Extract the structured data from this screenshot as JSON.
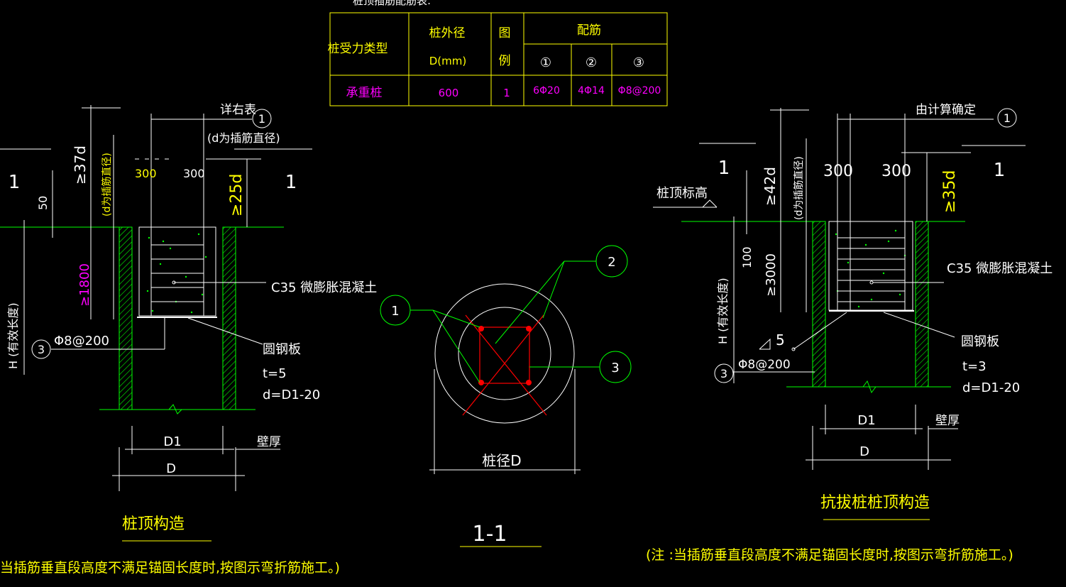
{
  "colors": {
    "background": "#000000",
    "line_white": "#ffffff",
    "line_green": "#00ff00",
    "text_yellow": "#ffff00",
    "text_magenta": "#ff00ff",
    "rebar_red": "#ff0000"
  },
  "table": {
    "title": "桩顶插筋配筋表:",
    "header": {
      "type": "桩受力类型",
      "diameter_l1": "桩外径",
      "diameter_l2": "D(mm)",
      "legend_l1": "图",
      "legend_l2": "例",
      "rebar": "配筋",
      "col1": "①",
      "col2": "②",
      "col3": "③"
    },
    "row": {
      "type": "承重桩",
      "diameter": "600",
      "legend": "1",
      "r1": "6Φ20",
      "r2": "4Φ14",
      "r3": "Φ8@200"
    }
  },
  "left_detail": {
    "ref_table": "详右表",
    "note_d": "(d为插筋直径)",
    "dim_37d": "≥37d",
    "dim_d_note": "(d为插筋直径)",
    "dim_300a": "300",
    "dim_300b": "300",
    "dim_25d": "≥25d",
    "mark_1a": "1",
    "mark_1b": "1",
    "dim_50": "50",
    "dim_1800": "≥1800",
    "dim_h": "H (有效长度)",
    "concrete": "C35 微膨胀混凝土",
    "steel_plate": "圆钢板",
    "t": "t=5",
    "d": "d=D1-20",
    "stirrup": "Φ8@200",
    "bubble_1": "1",
    "bubble_3": "3",
    "dim_d1": "D1",
    "dim_D": "D",
    "wall": "壁厚",
    "title": "桩顶构造",
    "note": "当插筋垂直段高度不满足锚固长度时,按图示弯折筋施工。)"
  },
  "section": {
    "bubble_1": "1",
    "bubble_2": "2",
    "bubble_3": "3",
    "dim_label": "桩径D",
    "title": "1-1"
  },
  "right_detail": {
    "calc_note": "由计算确定",
    "bubble_1": "1",
    "bubble_3": "3",
    "mark_1a": "1",
    "mark_1b": "1",
    "dim_42d": "≥42d",
    "dim_d_note": "(d为插筋直径)",
    "dim_300a": "300",
    "dim_300b": "300",
    "dim_35d": "≥35d",
    "top_elev": "桩顶标高",
    "dim_100": "100",
    "dim_3000": "≥3000",
    "dim_h": "H (有效长度)",
    "concrete": "C35 微膨胀混凝土",
    "steel_plate": "圆钢板",
    "t": "t=3",
    "d": "d=D1-20",
    "stirrup": "Φ8@200",
    "dim_5": "5",
    "dim_d1": "D1",
    "dim_D": "D",
    "wall": "壁厚",
    "title": "抗拔桩桩顶构造",
    "note": "(注 :当插筋垂直段高度不满足锚固长度时,按图示弯折筋施工。)"
  }
}
